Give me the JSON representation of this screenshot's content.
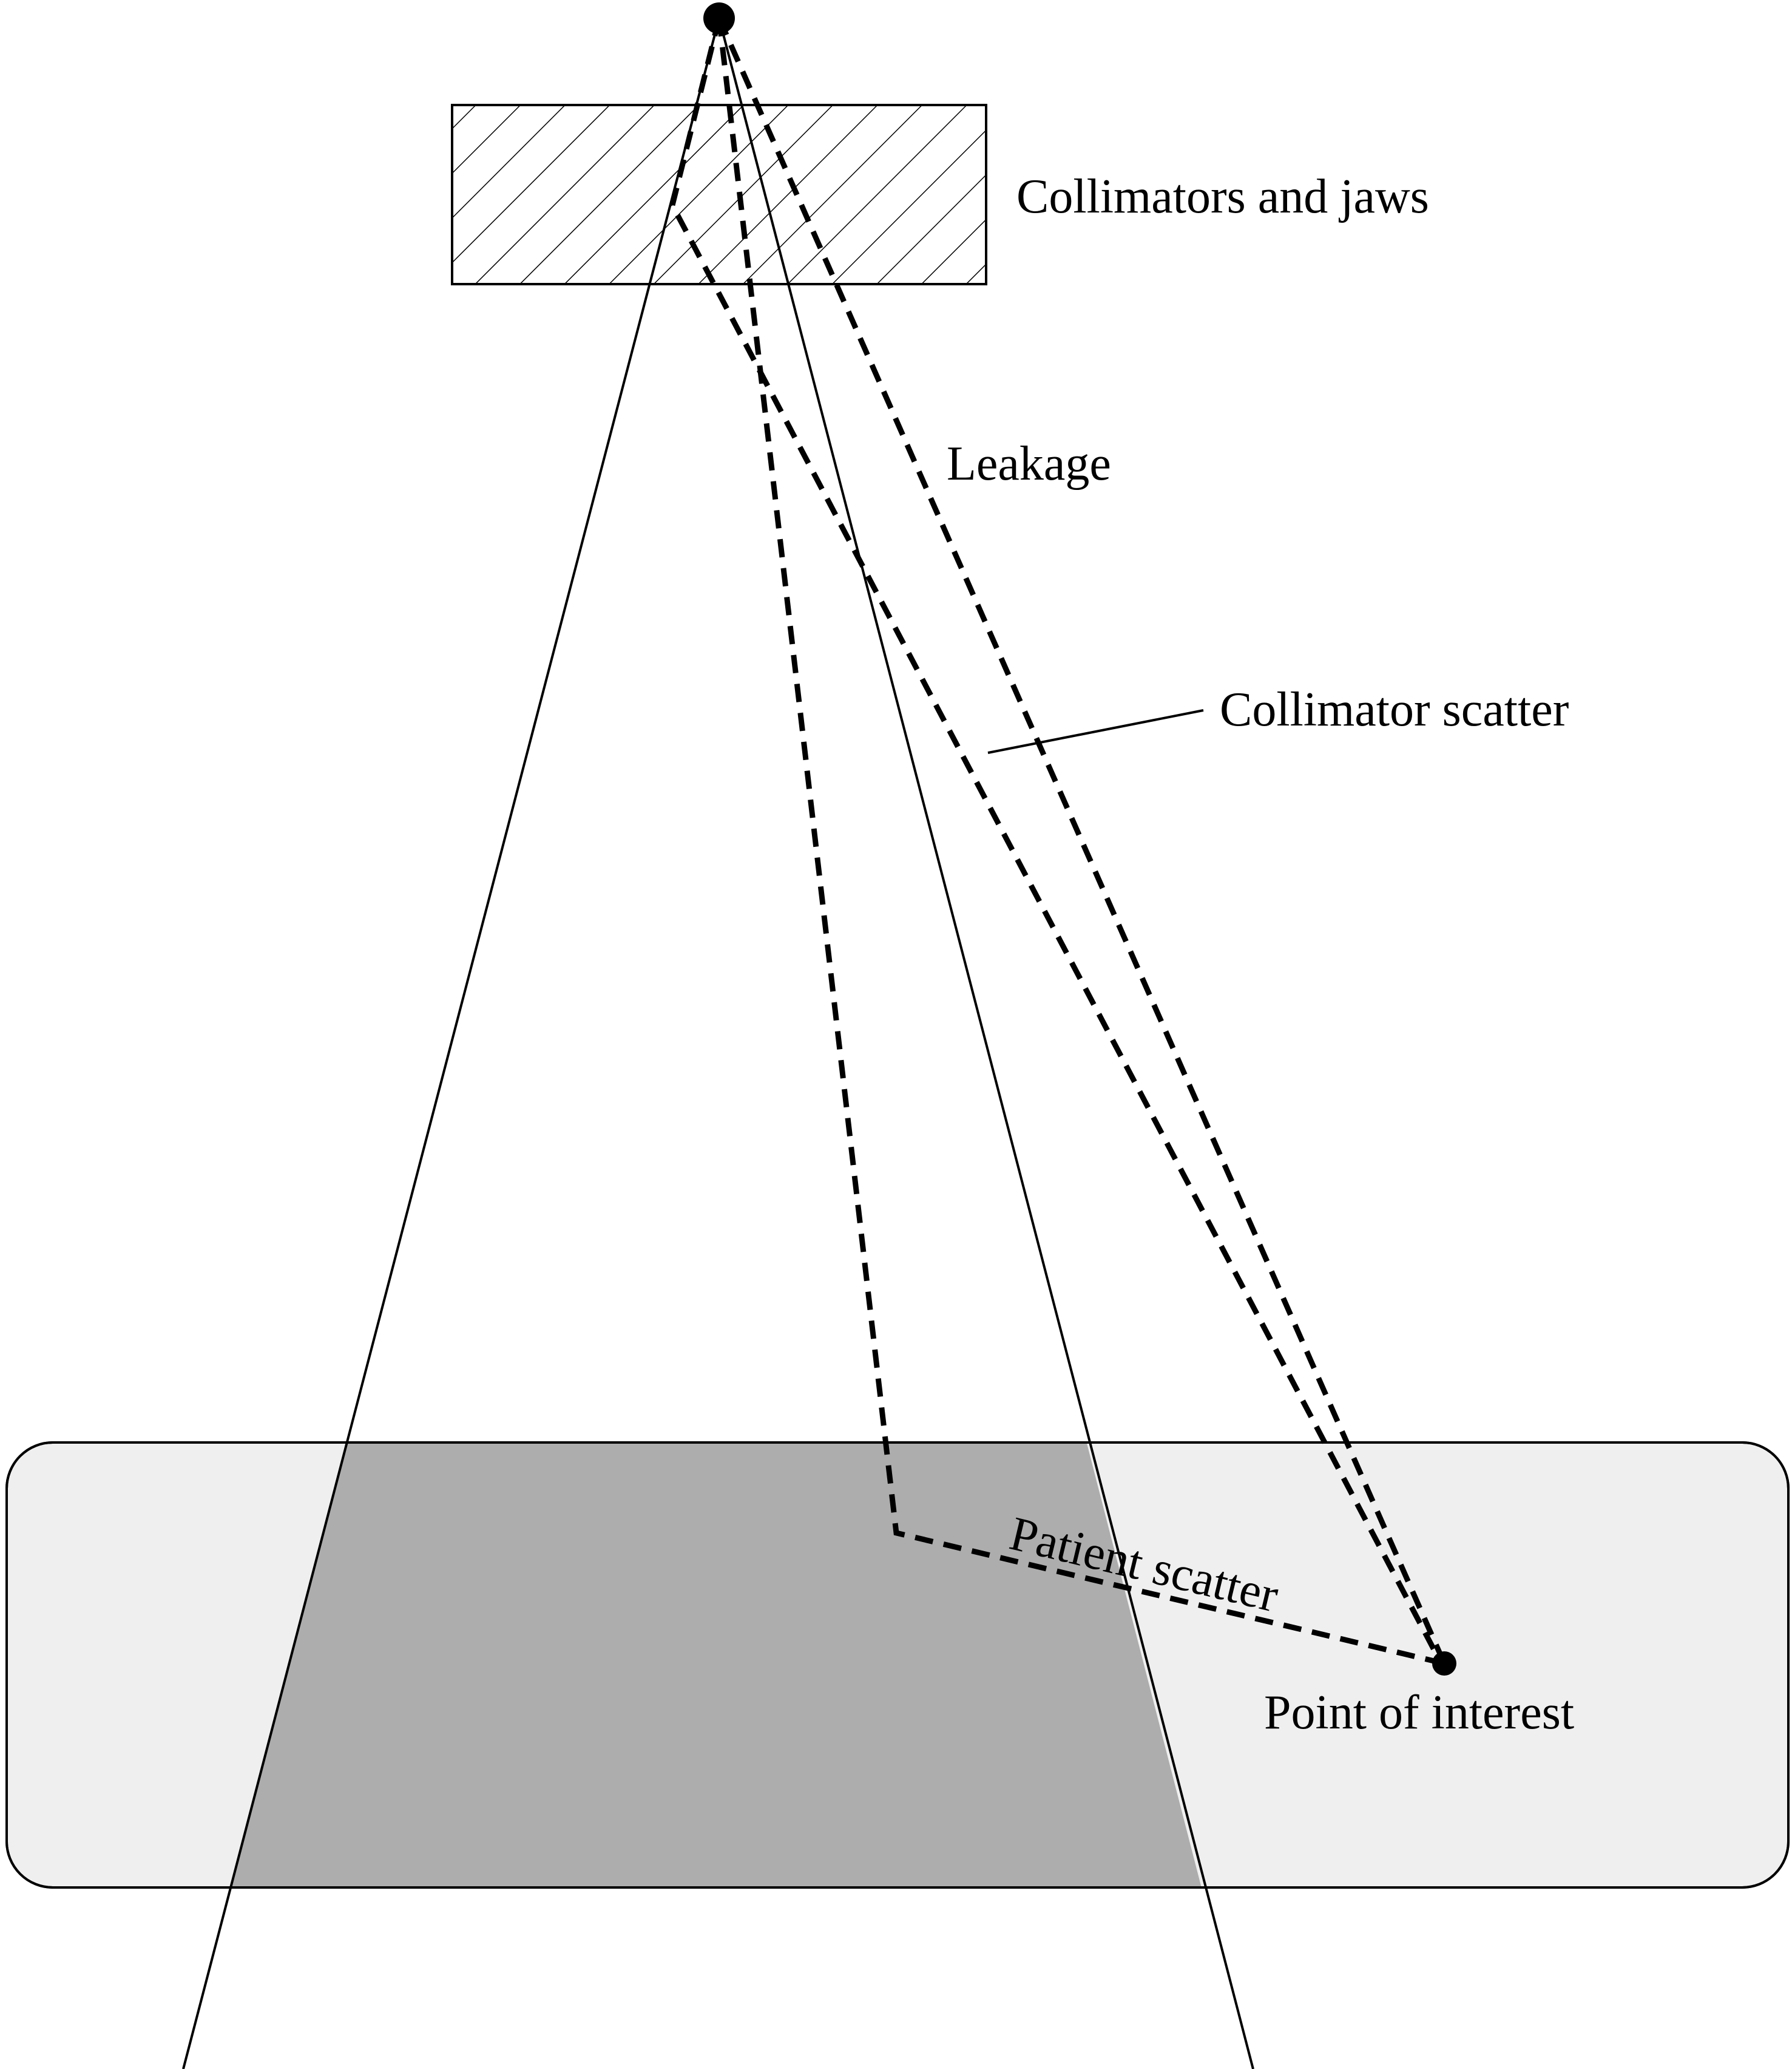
{
  "labels": {
    "collimators": "Collimators and jaws",
    "leakage": "Leakage",
    "collimator_scatter": "Collimator scatter",
    "patient_scatter": "Patient scatter",
    "point_of_interest": "Point of interest"
  },
  "colors": {
    "stroke": "#000000",
    "patient_body": "#efefef",
    "irradiated_field": "#adadad",
    "background": "#ffffff"
  }
}
